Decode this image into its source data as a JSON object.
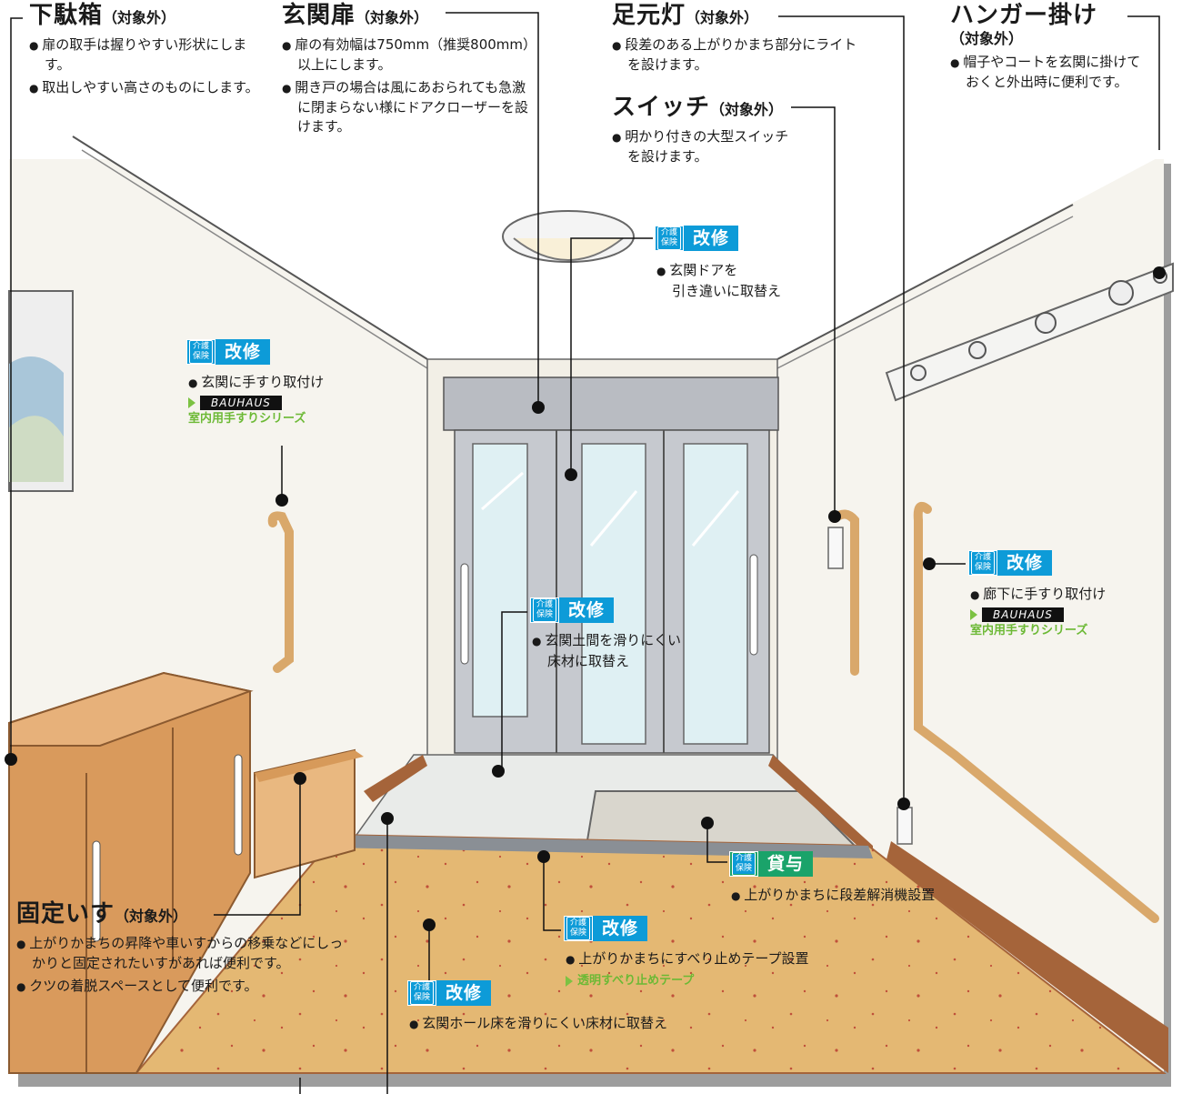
{
  "labels": {
    "geta": {
      "title": "下駄箱",
      "tag": "（対象外）",
      "bullets": [
        "扉の取手は握りやすい形状にします。",
        "取出しやすい高さのものにします。"
      ]
    },
    "door": {
      "title": "玄関扉",
      "tag": "（対象外）",
      "bullets": [
        "扉の有効幅は750mm（推奨800mm）以上にします。",
        "開き戸の場合は風にあおられても急激に閉まらない様にドアクローザーを設けます。"
      ]
    },
    "footlight": {
      "title": "足元灯",
      "tag": "（対象外）",
      "bullets": [
        "段差のある上がりかまち部分にライトを設けます。"
      ]
    },
    "hanger": {
      "title": "ハンガー掛け",
      "tag": "（対象外）",
      "bullets": [
        "帽子やコートを玄関に掛けておくと外出時に便利です。"
      ]
    },
    "switch": {
      "title": "スイッチ",
      "tag": "（対象外）",
      "bullets": [
        "明かり付きの大型スイッチを設けます。"
      ]
    },
    "bench": {
      "title": "固定いす",
      "tag": "（対象外）",
      "bullets": [
        "上がりかまちの昇降や車いすからの移乗などにしっかりと固定されたいすがあれば便利です。",
        "クツの着脱スペースとして便利です。"
      ]
    }
  },
  "badge_common": {
    "kaigo_line1": "介護",
    "kaigo_line2": "保険"
  },
  "badges": {
    "door_replace": {
      "type": "改修",
      "text": "玄関ドアを",
      "text2": "引き違いに取替え"
    },
    "entry_rail": {
      "type": "改修",
      "text": "玄関に手すり取付け",
      "brand": "BAUHAUS",
      "series": "室内用手すりシリーズ"
    },
    "hall_rail": {
      "type": "改修",
      "text": "廊下に手すり取付け",
      "brand": "BAUHAUS",
      "series": "室内用手すりシリーズ"
    },
    "doma_floor": {
      "type": "改修",
      "text": "玄関土間を滑りにくい",
      "text2": "床材に取替え"
    },
    "step_lift": {
      "type": "貸与",
      "text": "上がりかまちに段差解消機設置"
    },
    "step_tape": {
      "type": "改修",
      "text": "上がりかまちにすべり止めテープ設置",
      "extra": "透明すべり止めテープ"
    },
    "hall_floor": {
      "type": "改修",
      "text": "玄関ホール床を滑りにくい床材に取替え"
    }
  },
  "colors": {
    "kaishu": "#0d9bd8",
    "taiyo": "#1aa36a",
    "accent_green": "#6cb935",
    "wood": "#d9a86b",
    "floor": "#e2b470",
    "wall": "#f6f4ee"
  }
}
